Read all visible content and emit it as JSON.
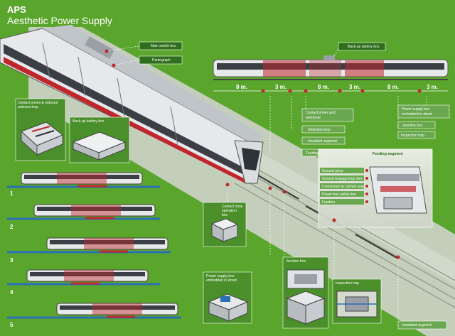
{
  "header": {
    "title": "APS",
    "subtitle": "Aesthetic Power Supply"
  },
  "callouts": {
    "main_switch_box": "Main switch box",
    "pantograph": "Pantograph",
    "backup_battery_box_top": "Back-up battery box",
    "contact_shoes_antenna_loop_1": "Contact shoes & onboard",
    "contact_shoes_antenna_loop_2": "antenna loop",
    "backup_battery_box_left": "Back-up battery box",
    "contact_shoes_antenna_1": "Contact shoes and",
    "contact_shoes_antenna_2": "antennae",
    "detection_loop": "Detection loop",
    "insulated_segment_mid": "Insulated segment",
    "feeding_segment_mid": "Feeding segment",
    "power_supply_box_street_r1": "Power supply box",
    "power_supply_box_street_r2": "embedded in street",
    "junction_box_right": "Junction box",
    "inspection_trap_right": "Inspection trap",
    "feeding_segment_panel": "Feeding segment",
    "contact_shoe_op_box_1": "Contact shoe",
    "contact_shoe_op_box_2": "operation",
    "contact_shoe_op_box_3": "box",
    "power_supply_box_street_b1": "Power supply box",
    "power_supply_box_street_b2": "embedded in street",
    "junction_box_bottom": "Junction box",
    "inspection_trap_bottom": "Inspection trap",
    "insulated_segment_bottom": "Insulated segment"
  },
  "feeding_detail_labels": [
    "Ground wires",
    "Ground leakage loop wire",
    "Connection to contact segment",
    "Power box safety line",
    "Feeders"
  ],
  "dimensions": [
    "8 m.",
    "3 m.",
    "8 m.",
    "3 m.",
    "8 m.",
    "3 m."
  ],
  "sequence_steps": [
    "1",
    "2",
    "3",
    "4",
    "5"
  ],
  "colors": {
    "background_green": "#5aa52c",
    "dark_green": "#2f6e1c",
    "road_gray": "#c9cfc2",
    "tram_red": "#c0272d",
    "tram_silver": "#e6e8ea",
    "rail_blue": "#2b6fb5",
    "label_box": "#6aa84f"
  }
}
